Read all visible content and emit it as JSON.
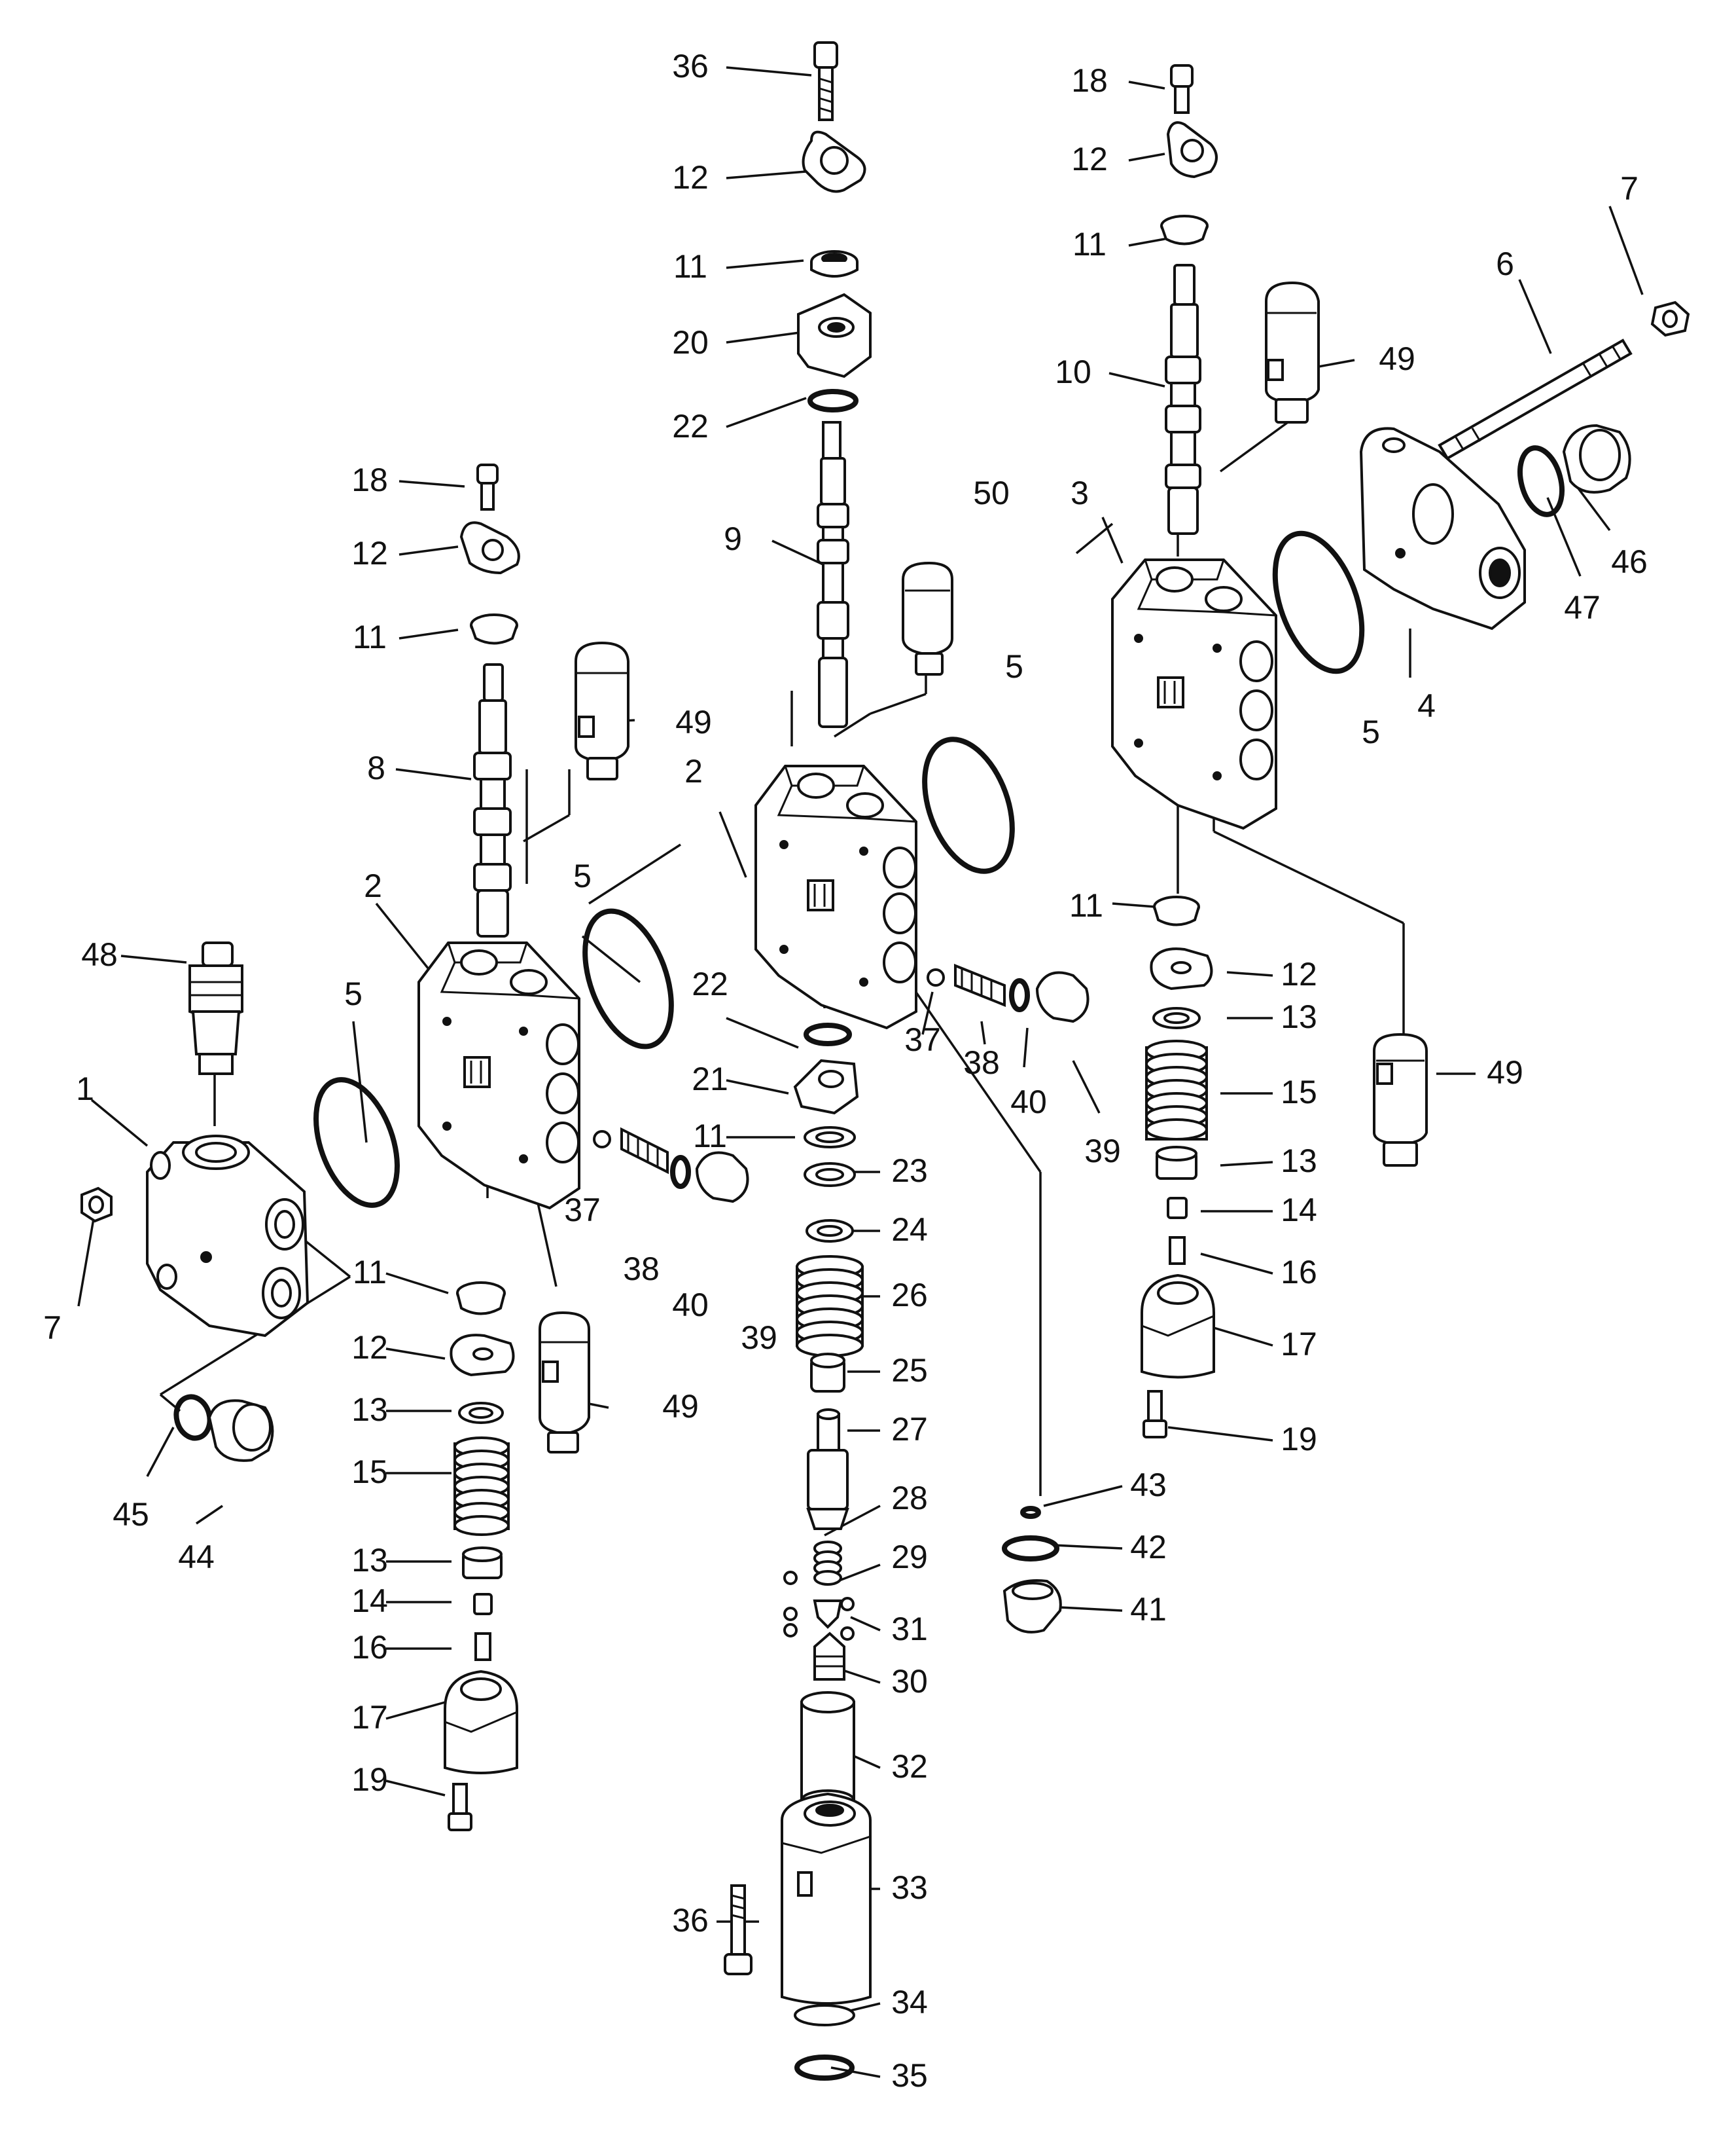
{
  "diagram": {
    "type": "exploded-parts-view",
    "stroke_color": "#111111",
    "background_color": "#ffffff",
    "callouts": {
      "p1": "1",
      "p2a": "2",
      "p2b": "2",
      "p3": "3",
      "p4": "4",
      "p5a": "5",
      "p5b": "5",
      "p5c": "5",
      "p5d": "5",
      "p6": "6",
      "p7a": "7",
      "p7b": "7",
      "p8": "8",
      "p9": "9",
      "p10": "10",
      "p11a": "11",
      "p11b": "11",
      "p11c": "11",
      "p11d": "11",
      "p11e": "11",
      "p11f": "11",
      "p12a": "12",
      "p12b": "12",
      "p12c": "12",
      "p12d": "12",
      "p12e": "12",
      "p13a": "13",
      "p13b": "13",
      "p13c": "13",
      "p13d": "13",
      "p14a": "14",
      "p14b": "14",
      "p15a": "15",
      "p15b": "15",
      "p16a": "16",
      "p16b": "16",
      "p17a": "17",
      "p17b": "17",
      "p18a": "18",
      "p18b": "18",
      "p19a": "19",
      "p19b": "19",
      "p20": "20",
      "p21": "21",
      "p22a": "22",
      "p22b": "22",
      "p23": "23",
      "p24": "24",
      "p25": "25",
      "p26": "26",
      "p27": "27",
      "p28": "28",
      "p29": "29",
      "p30": "30",
      "p31": "31",
      "p32": "32",
      "p33": "33",
      "p34": "34",
      "p35": "35",
      "p36a": "36",
      "p36b": "36",
      "p37a": "37",
      "p37b": "37",
      "p38a": "38",
      "p38b": "38",
      "p39a": "39",
      "p39b": "39",
      "p40a": "40",
      "p40b": "40",
      "p41": "41",
      "p42": "42",
      "p43": "43",
      "p44": "44",
      "p45": "45",
      "p46": "46",
      "p47": "47",
      "p48": "48",
      "p49a": "49",
      "p49b": "49",
      "p49c": "49",
      "p49d": "49",
      "p50": "50"
    }
  }
}
